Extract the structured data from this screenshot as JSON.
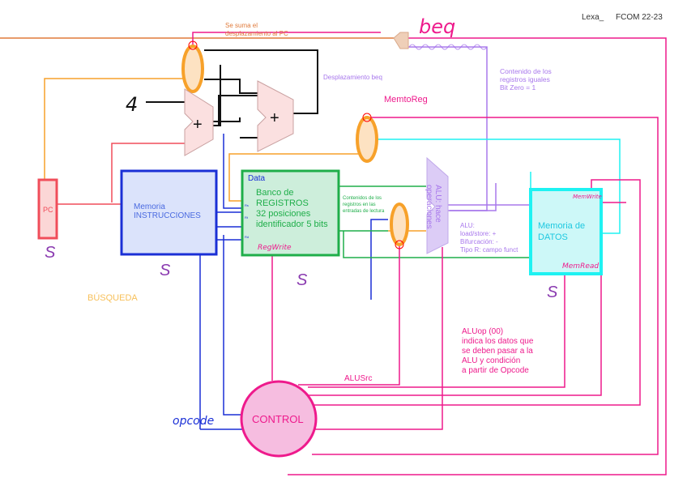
{
  "header": {
    "author": "Lexa_",
    "course": "FCOM 22-23"
  },
  "labels": {
    "beq": "beq",
    "add_offset": [
      "Se suma el",
      "desplazamiento al PC"
    ],
    "offset_beq": "Desplazamiento beq",
    "equal_regs": [
      "Contenido de los",
      "registros iguales",
      "Bit Zero = 1"
    ],
    "memtoreg": "MemtoReg",
    "four": "4",
    "plus": "+",
    "pc": "PC",
    "instr_mem": [
      "Memoria",
      "INSTRUCCIONES"
    ],
    "data": "Data",
    "regfile": [
      "Banco de",
      "REGISTROS",
      "32 posiciones",
      "identificador 5 bits"
    ],
    "rs": "Rs",
    "rt": "Rt",
    "rd": "Rd",
    "regwrite": "RegWrite",
    "read_contents": [
      "Contenidos de los",
      "registros en las",
      "entradas de lectura"
    ],
    "alu": [
      "ALU: hace",
      "operaciones"
    ],
    "alu_ops": [
      "ALU:",
      "load/store: +",
      "Bifurcación:  -",
      "Tipo R: campo funct"
    ],
    "data_mem": [
      "Memoria de",
      "DATOS"
    ],
    "memwrite": "MemWrite",
    "memread": "MemRead",
    "s_mark": "S",
    "fetch": "BÚSQUEDA",
    "aluop": [
      "ALUop (00)",
      "indica los datos que",
      "se deben pasar a la",
      "ALU y condición",
      "a partir de Opcode"
    ],
    "alusrc": "ALUSrc",
    "opcode": "opcode",
    "control": "CONTROL"
  },
  "colors": {
    "pc": "#f04d5a",
    "instr_mem": "#1a2fd6",
    "regfile": "#1fae4a",
    "alu": "#a878ec",
    "data_mem": "#1ef2f2",
    "control": "#ee1a8c",
    "mux": "#f7a12a",
    "orange_text": "#e07a3a"
  }
}
